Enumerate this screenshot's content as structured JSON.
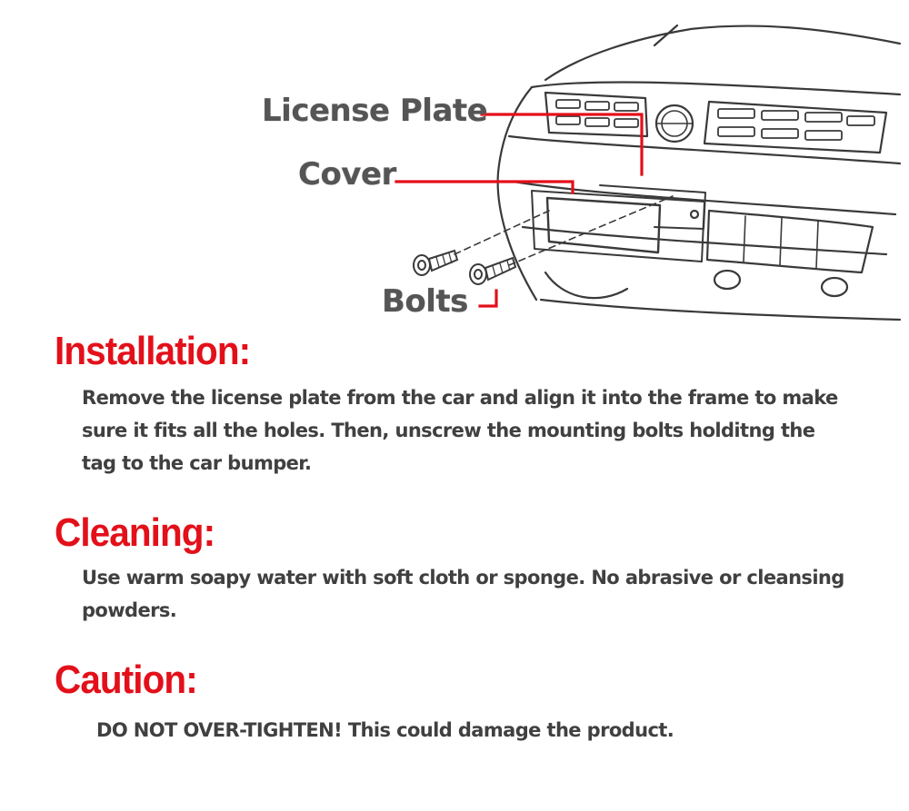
{
  "diagram": {
    "callouts": {
      "plate": "License Plate",
      "cover": "Cover",
      "bolts": "Bolts"
    },
    "colors": {
      "leader_line": "#e3101a",
      "drawing": "#3a3a3a"
    }
  },
  "sections": {
    "installation": {
      "title": "Installation:",
      "body": "Remove the license plate from the car and align it into the frame to make sure it fits all the holes. Then, unscrew the mounting bolts holditng the tag to the car bumper."
    },
    "cleaning": {
      "title": "Cleaning:",
      "body": "Use warm soapy water with soft cloth or sponge. No abrasive or cleansing powders."
    },
    "caution": {
      "title": "Caution:",
      "body": "DO NOT OVER-TIGHTEN! This could damage the product."
    }
  },
  "colors": {
    "heading": "#e3101a",
    "body_text": "#404040",
    "callout_text": "#555555"
  }
}
